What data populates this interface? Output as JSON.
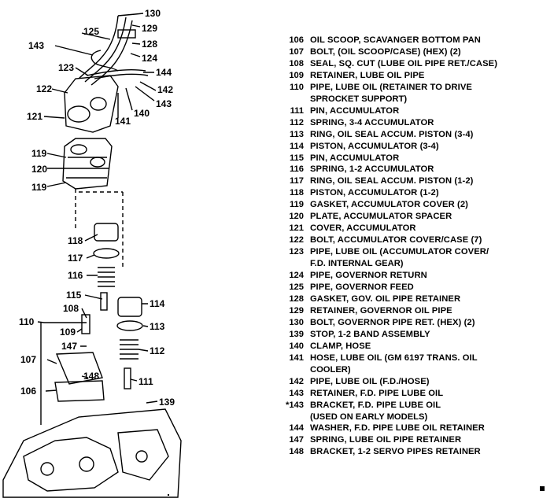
{
  "diagram": {
    "callouts": [
      "130",
      "129",
      "125",
      "128",
      "143",
      "124",
      "123",
      "144",
      "122",
      "142",
      "143",
      "121",
      "141",
      "140",
      "119",
      "120",
      "119",
      "118",
      "117",
      "116",
      "115",
      "114",
      "108",
      "110",
      "109",
      "113",
      "147",
      "112",
      "107",
      "148",
      "111",
      "106",
      "139"
    ]
  },
  "legend": {
    "rows": [
      {
        "num": "106",
        "desc": "OIL SCOOP, SCAVANGER BOTTOM PAN"
      },
      {
        "num": "107",
        "desc": "BOLT, (OIL SCOOP/CASE) (HEX) (2)"
      },
      {
        "num": "108",
        "desc": "SEAL, SQ. CUT (LUBE OIL PIPE RET./CASE)"
      },
      {
        "num": "109",
        "desc": "RETAINER, LUBE OIL PIPE"
      },
      {
        "num": "110",
        "desc": "PIPE, LUBE OIL (RETAINER TO DRIVE",
        "cont": "SPROCKET SUPPORT)"
      },
      {
        "num": "111",
        "desc": "PIN, ACCUMULATOR"
      },
      {
        "num": "112",
        "desc": "SPRING, 3-4 ACCUMULATOR"
      },
      {
        "num": "113",
        "desc": "RING, OIL SEAL ACCUM. PISTON (3-4)"
      },
      {
        "num": "114",
        "desc": "PISTON, ACCUMULATOR (3-4)"
      },
      {
        "num": "115",
        "desc": "PIN, ACCUMULATOR"
      },
      {
        "num": "116",
        "desc": "SPRING, 1-2 ACCUMULATOR"
      },
      {
        "num": "117",
        "desc": "RING, OIL SEAL ACCUM. PISTON (1-2)"
      },
      {
        "num": "118",
        "desc": "PISTON, ACCUMULATOR (1-2)"
      },
      {
        "num": "119",
        "desc": "GASKET, ACCUMULATOR COVER (2)"
      },
      {
        "num": "120",
        "desc": "PLATE, ACCUMULATOR SPACER"
      },
      {
        "num": "121",
        "desc": "COVER, ACCUMULATOR"
      },
      {
        "num": "122",
        "desc": "BOLT, ACCUMULATOR COVER/CASE (7)"
      },
      {
        "num": "123",
        "desc": "PIPE, LUBE OIL (ACCUMULATOR COVER/",
        "cont": "F.D. INTERNAL GEAR)"
      },
      {
        "num": "124",
        "desc": "PIPE, GOVERNOR RETURN"
      },
      {
        "num": "125",
        "desc": "PIPE, GOVERNOR FEED"
      },
      {
        "num": "128",
        "desc": "GASKET, GOV. OIL PIPE RETAINER"
      },
      {
        "num": "129",
        "desc": "RETAINER, GOVERNOR OIL PIPE"
      },
      {
        "num": "130",
        "desc": "BOLT, GOVERNOR PIPE RET. (HEX) (2)"
      },
      {
        "num": "139",
        "desc": "STOP, 1-2 BAND ASSEMBLY"
      },
      {
        "num": "140",
        "desc": "CLAMP, HOSE"
      },
      {
        "num": "141",
        "desc": "HOSE, LUBE OIL (GM 6197 TRANS. OIL",
        "cont": "COOLER)"
      },
      {
        "num": "142",
        "desc": "PIPE, LUBE OIL (F.D./HOSE)"
      },
      {
        "num": "143",
        "desc": "RETAINER, F.D. PIPE LUBE OIL"
      },
      {
        "num": "*143",
        "desc": "BRACKET, F.D. PIPE LUBE OIL",
        "cont": "(USED ON EARLY MODELS)"
      },
      {
        "num": "144",
        "desc": "WASHER, F.D. PIPE LUBE OIL RETAINER"
      },
      {
        "num": "147",
        "desc": "SPRING, LUBE OIL PIPE RETAINER"
      },
      {
        "num": "148",
        "desc": "BRACKET, 1-2 SERVO PIPES RETAINER"
      }
    ]
  }
}
